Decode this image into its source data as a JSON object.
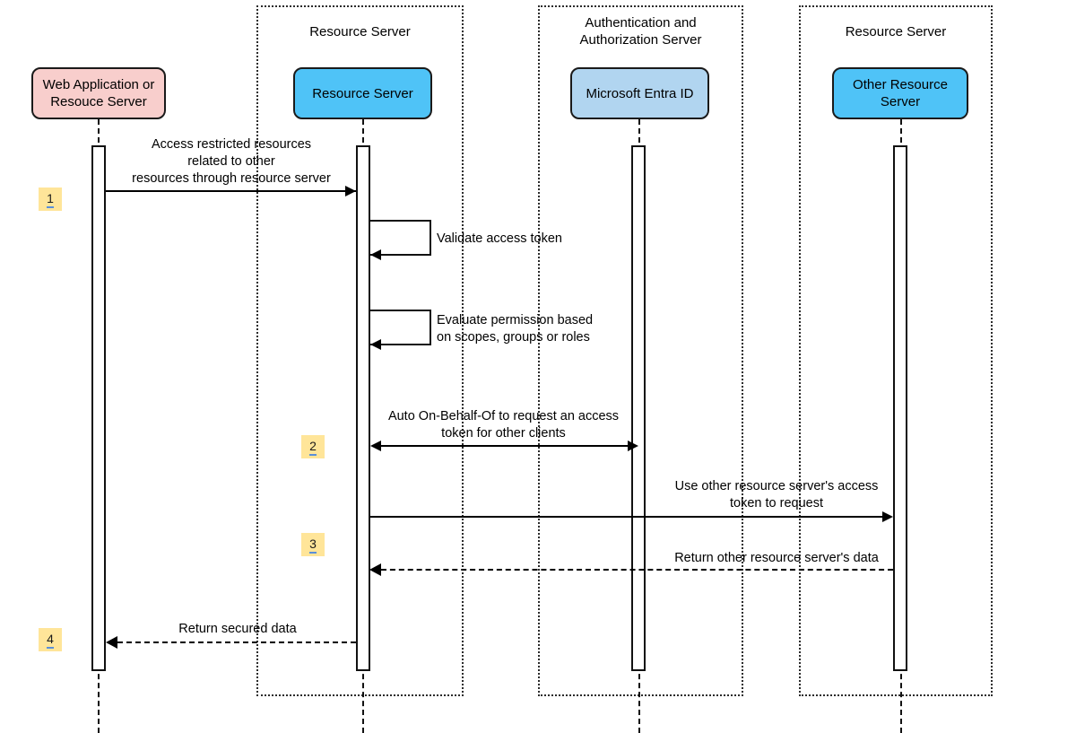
{
  "diagram": {
    "type": "uml-sequence-diagram",
    "title": "OAuth On-Behalf-Of resource server chaining flow",
    "colors": {
      "actor_web_app_fill": "#f8cecc",
      "actor_resource_server_fill": "#4fc3f7",
      "actor_entra_fill": "#b1d5f0",
      "actor_other_resource_fill": "#4fc3f7",
      "badge_fill": "#ffe599",
      "badge_underline": "#5b8fd9",
      "stroke": "#111111"
    },
    "groups": [
      {
        "id": "group-resource-server",
        "title": "Resource Server"
      },
      {
        "id": "group-auth-server",
        "title": "Authentication and\nAuthorization Server"
      },
      {
        "id": "group-other-resource-server",
        "title": "Resource Server"
      }
    ],
    "actors": [
      {
        "id": "web-app",
        "label": "Web Application or\nResouce Server"
      },
      {
        "id": "resource-server",
        "label": "Resource Server"
      },
      {
        "id": "entra-id",
        "label": "Microsoft Entra ID"
      },
      {
        "id": "other-resource-server",
        "label": "Other Resource\nServer"
      }
    ],
    "messages": [
      {
        "id": "msg-1",
        "step": "1",
        "label": "Access restricted resources\nrelated to other\nresources through resource server",
        "from": "web-app",
        "to": "resource-server",
        "style": "solid",
        "direction": "right"
      },
      {
        "id": "msg-validate-token",
        "step": "",
        "label": "Validate access token",
        "from": "resource-server",
        "to": "resource-server",
        "style": "solid",
        "direction": "self"
      },
      {
        "id": "msg-evaluate-permission",
        "step": "",
        "label": "Evaluate permission based\non scopes, groups or roles",
        "from": "resource-server",
        "to": "resource-server",
        "style": "solid",
        "direction": "self"
      },
      {
        "id": "msg-2",
        "step": "2",
        "label": "Auto On-Behalf-Of to request an access\ntoken for other clients",
        "from": "resource-server",
        "to": "entra-id",
        "style": "solid",
        "direction": "both"
      },
      {
        "id": "msg-3a",
        "step": "3",
        "label": "Use other resource server's access\ntoken to request",
        "from": "resource-server",
        "to": "other-resource-server",
        "style": "solid",
        "direction": "right"
      },
      {
        "id": "msg-3b",
        "step": "",
        "label": "Return other resource server's data",
        "from": "other-resource-server",
        "to": "resource-server",
        "style": "dashed",
        "direction": "left"
      },
      {
        "id": "msg-4",
        "step": "4",
        "label": "Return secured data",
        "from": "resource-server",
        "to": "web-app",
        "style": "dashed",
        "direction": "left"
      }
    ],
    "badges": [
      {
        "id": "badge-1",
        "number": "1"
      },
      {
        "id": "badge-2",
        "number": "2"
      },
      {
        "id": "badge-3",
        "number": "3"
      },
      {
        "id": "badge-4",
        "number": "4"
      }
    ]
  }
}
